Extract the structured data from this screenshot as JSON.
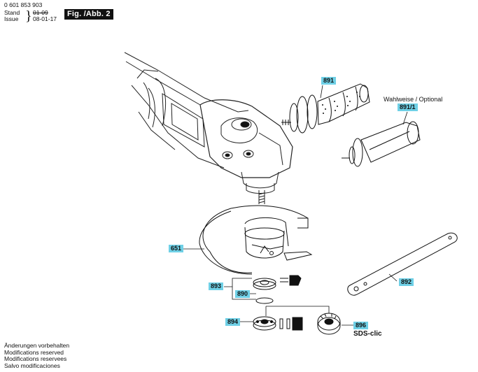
{
  "header": {
    "doc_number": "0 601 853 903",
    "stand_label": "Stand",
    "issue_label": "Issue",
    "stand_value": "01-09",
    "issue_value": "08-01-17",
    "figure_title": "Fig. /Abb. 2"
  },
  "parts": {
    "p891": "891",
    "optional_note": "Wahlweise / Optional",
    "p891_1": "891/1",
    "p651": "651",
    "p893": "893",
    "p890": "890",
    "p892": "892",
    "p894": "894",
    "p896": "896",
    "sds": "SDS-clic"
  },
  "footer": {
    "line1": "Änderungen vorbehalten",
    "line2": "Modifications reserved",
    "line3": "Modifications reservees",
    "line4": "Salvo modificaciones"
  },
  "colors": {
    "label_bg": "#6fd0e6",
    "line": "#111111"
  }
}
